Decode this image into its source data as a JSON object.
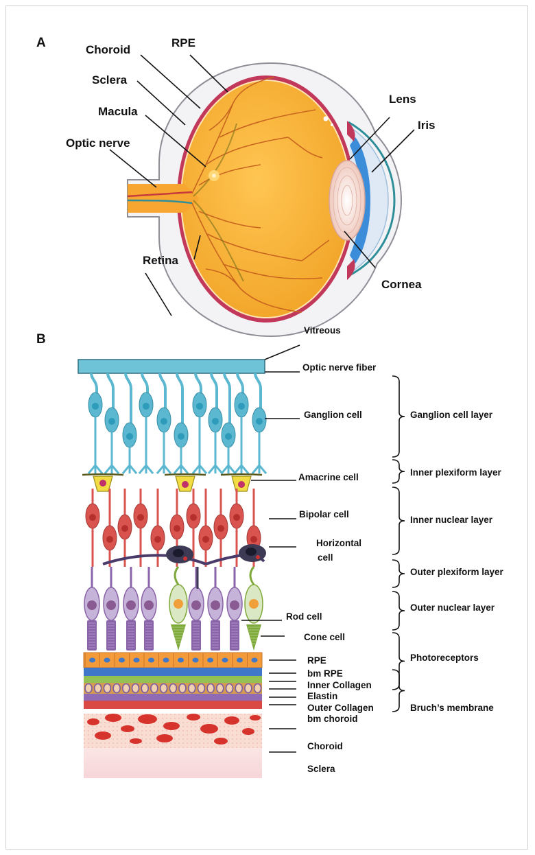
{
  "colors": {
    "vitreous": "#6fc3d6",
    "ganglion": "#5bb8d0",
    "amacrine": "#f2dc43",
    "bipolar": "#d9534f",
    "horizontal": "#3c3a55",
    "rod": "#8a64a8",
    "cone": "#7fa93a",
    "rpe": "#f39a3a",
    "eye_globe": "#f6b036",
    "choroid_band": "#c2385a",
    "sclera_fill": "#f3f3f6"
  },
  "panel_a": {
    "label": "A",
    "labels": {
      "choroid": "Choroid",
      "rpe": "RPE",
      "sclera": "Sclera",
      "macula": "Macula",
      "optic_nerve": "Optic nerve",
      "retina": "Retina",
      "lens": "Lens",
      "iris": "Iris",
      "cornea": "Cornea"
    }
  },
  "panel_b": {
    "label": "B",
    "cell_labels": {
      "vitreous": "Vitreous",
      "optic_nerve_fiber": "Optic nerve fiber",
      "ganglion_cell": "Ganglion cell",
      "amacrine_cell": "Amacrine cell",
      "bipolar_cell": "Bipolar cell",
      "horizontal_cell_1": "Horizontal",
      "horizontal_cell_2": "cell",
      "rod_cell": "Rod cell",
      "cone_cell": "Cone cell"
    },
    "layer_labels": {
      "ganglion_cell_layer": "Ganglion cell layer",
      "inner_plexiform_layer": "Inner plexiform layer",
      "inner_nuclear_layer": "Inner nuclear layer",
      "outer_plexiform_layer": "Outer plexiform layer",
      "outer_nuclear_layer": "Outer nuclear layer",
      "photoreceptors": "Photoreceptors"
    },
    "sublayer_labels": {
      "rpe": "RPE",
      "bm_rpe": "bm RPE",
      "inner_collagen": "Inner Collagen",
      "elastin": "Elastin",
      "outer_collagen": "Outer Collagen",
      "bm_choroid": "bm choroid",
      "choroid": "Choroid",
      "sclera": "Sclera",
      "bruchs_membrane": "Bruch’s membrane"
    }
  }
}
